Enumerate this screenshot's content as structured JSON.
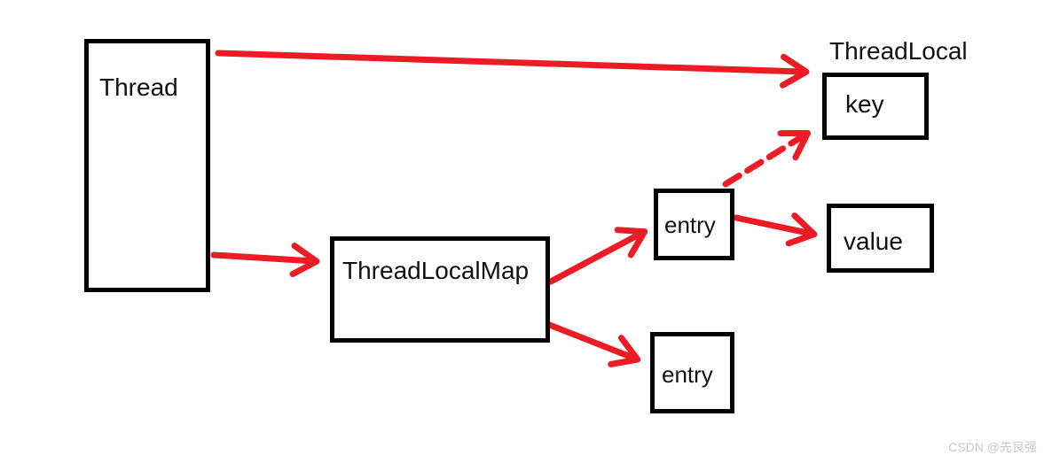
{
  "diagram": {
    "nodes": {
      "thread": {
        "label": "Thread"
      },
      "threadlocal_title": {
        "label": "ThreadLocal"
      },
      "key": {
        "label": "key"
      },
      "entry_top": {
        "label": "entry"
      },
      "value": {
        "label": "value"
      },
      "threadlocalmap": {
        "label": "ThreadLocalMap"
      },
      "entry_bottom": {
        "label": "entry"
      }
    },
    "edges": [
      {
        "from": "Thread",
        "to": "key (ThreadLocal)",
        "style": "solid"
      },
      {
        "from": "Thread",
        "to": "ThreadLocalMap",
        "style": "solid"
      },
      {
        "from": "ThreadLocalMap",
        "to": "entry (top)",
        "style": "solid"
      },
      {
        "from": "ThreadLocalMap",
        "to": "entry (bottom)",
        "style": "solid"
      },
      {
        "from": "entry (top)",
        "to": "value",
        "style": "solid"
      },
      {
        "from": "entry (top)",
        "to": "key (ThreadLocal)",
        "style": "dashed"
      }
    ]
  },
  "watermark": {
    "text": "CSDN @先良强"
  },
  "colors": {
    "arrow": "#ed1c24",
    "border": "#000000",
    "text": "#111111",
    "watermark": "#c8c8c8",
    "background": "#ffffff"
  }
}
